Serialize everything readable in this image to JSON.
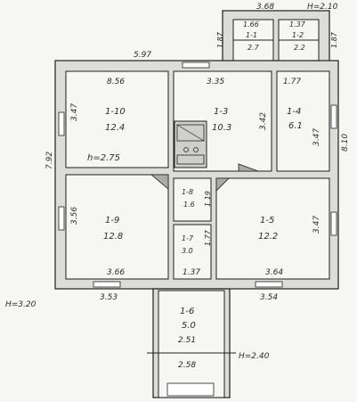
{
  "dims": {
    "top_main": "5.97",
    "annex_top": "3.68",
    "annex_left_height": "1.87",
    "annex_right_height": "1.87",
    "annex_h": "H=2.10",
    "room1_1_w": "1.66",
    "room1_2_w": "1.37",
    "room1_10_w": "8.56",
    "room1_3_w": "3.35",
    "room1_4_w": "1.77",
    "left_upper": "3.47",
    "left_total": "7.92",
    "left_lower": "3.56",
    "room1_3_h": "3.42",
    "room1_4_h": "3.47",
    "right_total": "8.10",
    "right_lower": "3.47",
    "room1_8_h": "1.19",
    "room1_7_h": "1.77",
    "bottom_1_9": "3.66",
    "bottom_mid": "1.37",
    "bottom_1_5": "3.64",
    "outer_left_bottom": "3.53",
    "outer_right_bottom": "3.54",
    "h_left": "H=3.20",
    "porch_w_top": "2.51",
    "porch_w_bottom": "2.58",
    "porch_h": "H=2.40"
  },
  "rooms": {
    "r1_1": {
      "id": "1-1",
      "area": "2.7"
    },
    "r1_2": {
      "id": "1-2",
      "area": "2.2"
    },
    "r1_3": {
      "id": "1-3",
      "area": "10.3"
    },
    "r1_4": {
      "id": "1-4",
      "area": "6.1"
    },
    "r1_5": {
      "id": "1-5",
      "area": "12.2"
    },
    "r1_6": {
      "id": "1-6",
      "area": "5.0"
    },
    "r1_7": {
      "id": "1-7",
      "area": "3.0"
    },
    "r1_8": {
      "id": "1-8",
      "area": "1.6"
    },
    "r1_9": {
      "id": "1-9",
      "area": "12.8"
    },
    "r1_10": {
      "id": "1-10",
      "area": "12.4"
    }
  },
  "height_note": "h=2.75"
}
